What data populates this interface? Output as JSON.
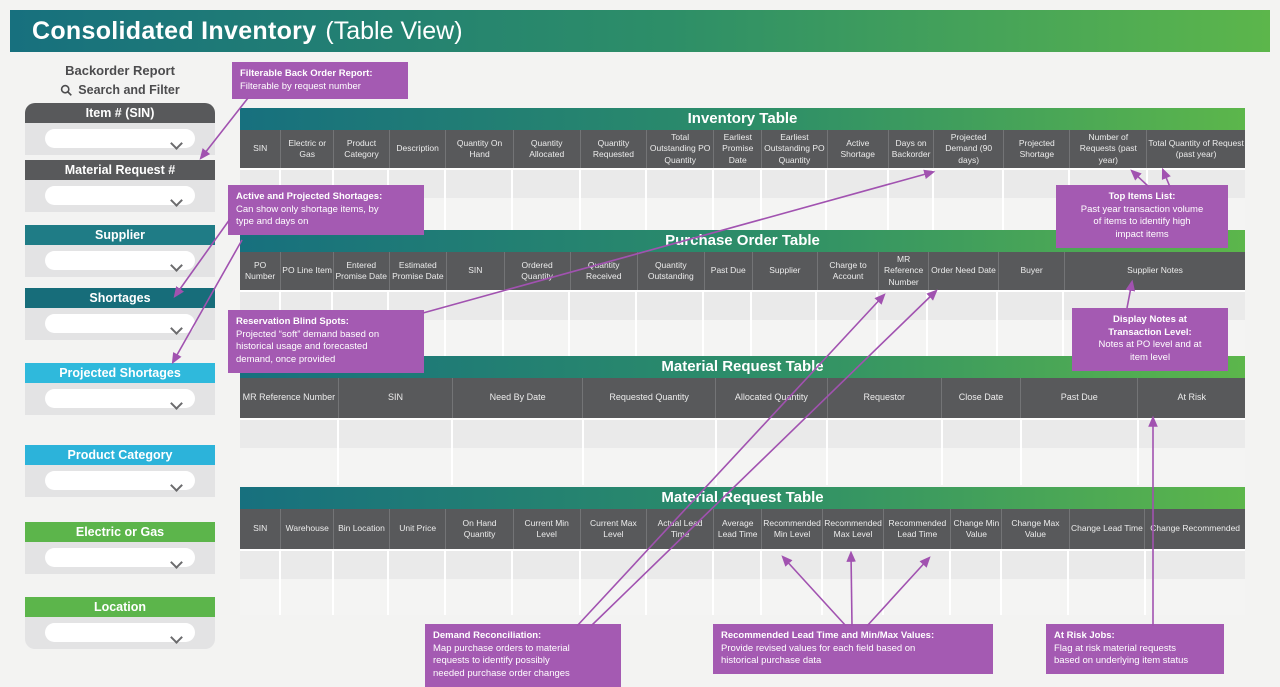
{
  "app": {
    "title_main": "Consolidated Inventory",
    "title_sub": "(Table View)"
  },
  "sidebar": {
    "report_title": "Backorder Report",
    "search_label": "Search and Filter",
    "filters": [
      {
        "id": "item-sin",
        "label": "Item # (SIN)",
        "color": "#58595b"
      },
      {
        "id": "material-request",
        "label": "Material Request #",
        "color": "#58595b"
      },
      {
        "id": "supplier",
        "label": "Supplier",
        "color": "#1f7c86"
      },
      {
        "id": "shortages",
        "label": "Shortages",
        "color": "#176d7a"
      },
      {
        "id": "projected-shortages",
        "label": "Projected Shortages",
        "color": "#2fb9dc"
      },
      {
        "id": "product-category",
        "label": "Product Category",
        "color": "#2cb3da"
      },
      {
        "id": "electric-or-gas",
        "label": "Electric or Gas",
        "color": "#5cb54b"
      },
      {
        "id": "location",
        "label": "Location",
        "color": "#5cb54b"
      }
    ]
  },
  "tables": [
    {
      "id": "inventory",
      "title": "Inventory Table",
      "columns": [
        "SIN",
        "Electric or Gas",
        "Product Category",
        "Description",
        "Quantity On Hand",
        "Quantity Allocated",
        "Quantity Requested",
        "Total Outstanding PO Quantity",
        "Earliest Promise Date",
        "Earliest Outstanding PO Quantity",
        "Active Shortage",
        "Days on Backorder",
        "Projected Demand (90 days)",
        "Projected Shortage",
        "Number of Requests (past year)",
        "Total Quantity of Request (past year)"
      ]
    },
    {
      "id": "purchase-order",
      "title": "Purchase Order Table",
      "columns": [
        "PO Number",
        "PO Line Item",
        "Entered Promise Date",
        "Estimated Promise Date",
        "SIN",
        "Ordered Quantity",
        "Quantity Received",
        "Quantity Outstanding",
        "Past Due",
        "Supplier",
        "Charge to Account",
        "MR Reference Number",
        "Order Need Date",
        "Buyer",
        "Supplier Notes"
      ]
    },
    {
      "id": "material-request-1",
      "title": "Material Request Table",
      "columns": [
        "MR Reference Number",
        "SIN",
        "Need By Date",
        "Requested Quantity",
        "Allocated Quantity",
        "Requestor",
        "Close Date",
        "Past Due",
        "At Risk"
      ]
    },
    {
      "id": "material-request-2",
      "title": "Material Request Table",
      "columns": [
        "SIN",
        "Warehouse",
        "Bin Location",
        "Unit Price",
        "On Hand Quantity",
        "Current Min Level",
        "Current Max Level",
        "Actual Lead Time",
        "Average Lead Time",
        "Recommended Min Level",
        "Recommended Max Level",
        "Recommended Lead Time",
        "Change Min Value",
        "Change Max Value",
        "Change Lead Time",
        "Change Recommended"
      ]
    }
  ],
  "callouts": [
    {
      "id": "filterable",
      "align": "left",
      "title": "Filterable Back Order Report:",
      "body": "Filterable by request number"
    },
    {
      "id": "shortages",
      "align": "left",
      "title": "Active and Projected Shortages:",
      "body": "Can show only shortage items, by\ntype and days on"
    },
    {
      "id": "blindspots",
      "align": "left",
      "title": "Reservation Blind Spots:",
      "body": "Projected “soft” demand based on\nhistorical usage and forecasted\ndemand, once provided"
    },
    {
      "id": "topitems",
      "align": "center",
      "title": "Top Items List:",
      "body": "Past year transaction volume\nof items to identify high\nimpact items"
    },
    {
      "id": "notes",
      "align": "center",
      "title": "Display Notes at\nTransaction Level:",
      "body": "Notes at PO level and at\nitem level"
    },
    {
      "id": "demand",
      "align": "left",
      "title": "Demand Reconciliation:",
      "body": "Map purchase orders to material\nrequests to identify possibly\nneeded purchase order changes"
    },
    {
      "id": "recommended",
      "align": "left",
      "title": "Recommended Lead Time and Min/Max Values:",
      "body": "Provide revised values for each field based on\nhistorical purchase data"
    },
    {
      "id": "atrisk",
      "align": "left",
      "title": "At Risk Jobs:",
      "body": "Flag at risk material requests\nbased on underlying item status"
    }
  ],
  "colors": {
    "gradient_start": "#17707e",
    "gradient_end": "#5cb64b",
    "column_header_gray": "#58595b",
    "annotation_purple": "#a45ab2",
    "arrow_purple": "#a152b0"
  }
}
